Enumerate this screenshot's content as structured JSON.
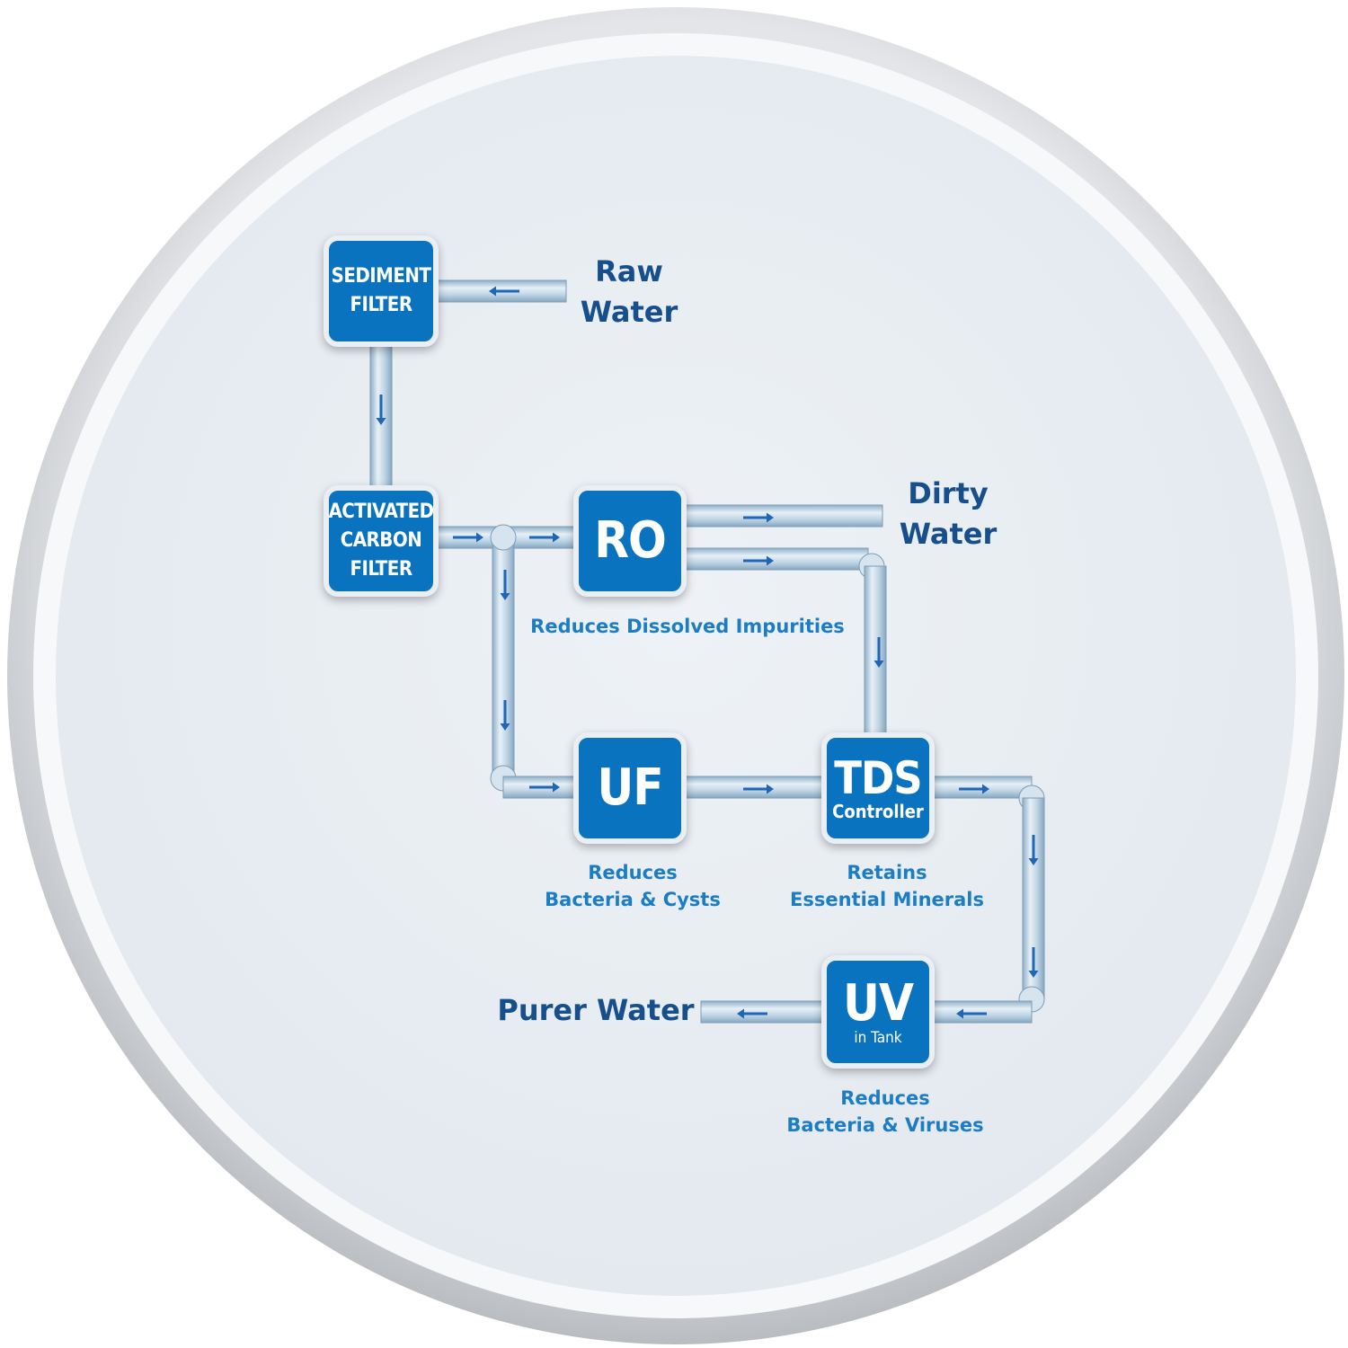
{
  "stages": {
    "sediment": {
      "line1": "SEDIMENT",
      "line2": "FILTER"
    },
    "carbon": {
      "line1": "ACTIVATED",
      "line2": "CARBON",
      "line3": "FILTER"
    },
    "ro": {
      "main": "RO"
    },
    "uf": {
      "main": "UF"
    },
    "tds": {
      "main": "TDS",
      "sub": "Controller"
    },
    "uv": {
      "main": "UV",
      "sub": "in Tank"
    }
  },
  "flow_labels": {
    "raw": {
      "line1": "Raw",
      "line2": "Water"
    },
    "dirty": {
      "line1": "Dirty",
      "line2": "Water"
    },
    "purer": "Purer Water"
  },
  "descriptions": {
    "ro": "Reduces Dissolved Impurities",
    "uf": {
      "line1": "Reduces",
      "line2": "Bacteria & Cysts"
    },
    "tds": {
      "line1": "Retains",
      "line2": "Essential Minerals"
    },
    "uv": {
      "line1": "Reduces",
      "line2": "Bacteria & Viruses"
    }
  },
  "colors": {
    "box_fill": "#0a73bf",
    "pipe": "#b5cde0",
    "arrow": "#1f66b5",
    "title_text": "#174f8c",
    "description_text": "#1c7dc4"
  }
}
